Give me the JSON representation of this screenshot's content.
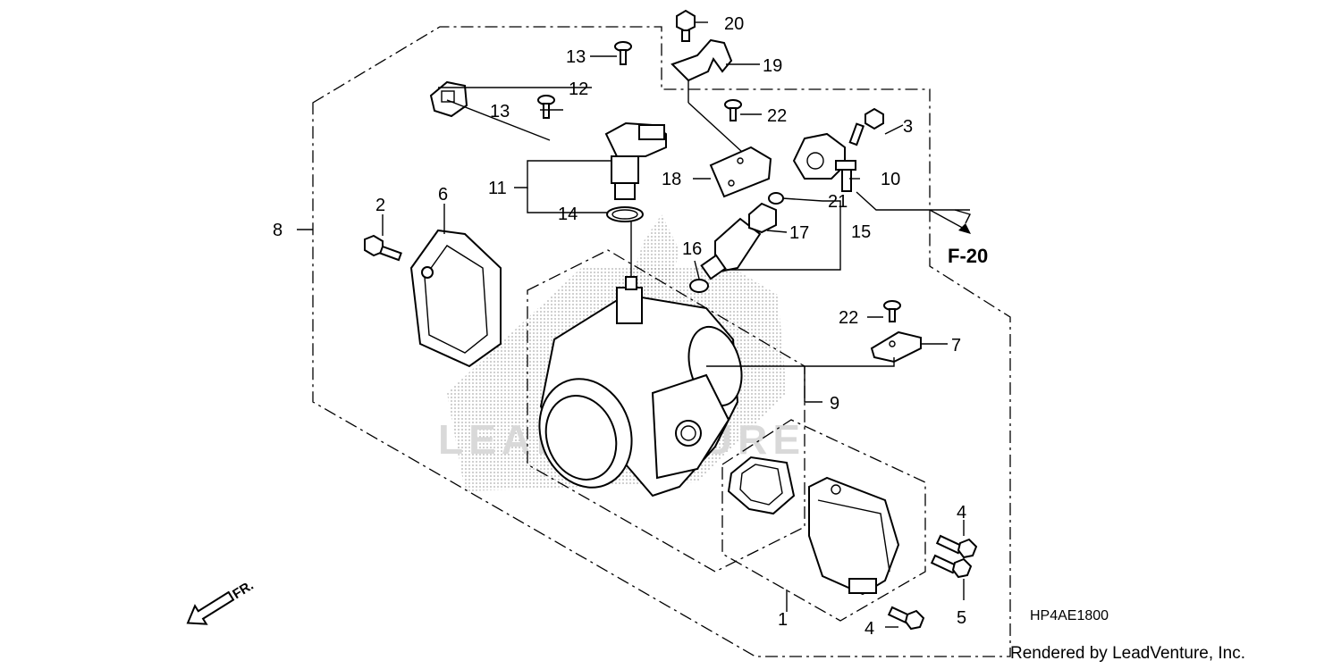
{
  "diagram": {
    "callouts": {
      "c1": "1",
      "c2": "2",
      "c3": "3",
      "c4a": "4",
      "c4b": "4",
      "c5": "5",
      "c6": "6",
      "c7": "7",
      "c8": "8",
      "c9": "9",
      "c10": "10",
      "c11": "11",
      "c12": "12",
      "c13a": "13",
      "c13b": "13",
      "c14": "14",
      "c15": "15",
      "c16": "16",
      "c17": "17",
      "c18": "18",
      "c19": "19",
      "c20": "20",
      "c21": "21",
      "c22a": "22",
      "c22b": "22"
    },
    "reference": "F-20",
    "diagram_code": "HP4AE1800",
    "credit": "Rendered by LeadVenture, Inc.",
    "direction_label": "FR.",
    "watermark": "LEADVENTURE"
  }
}
